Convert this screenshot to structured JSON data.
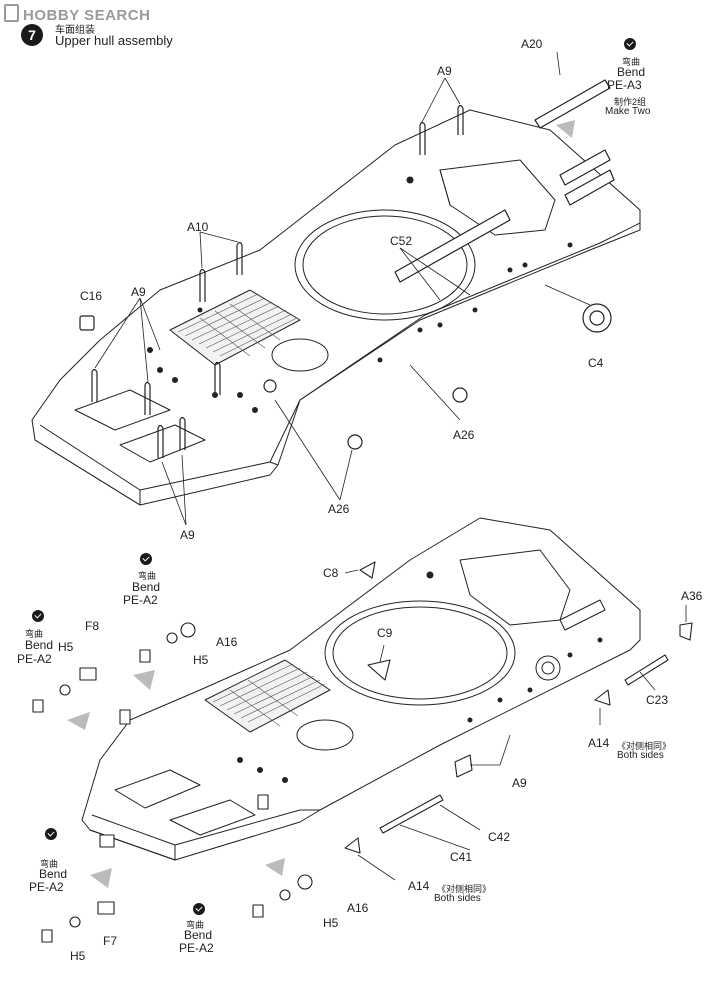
{
  "watermark": "HOBBY SEARCH",
  "step": {
    "number": "7",
    "title_cn": "车面组装",
    "title_en": "Upper hull assembly"
  },
  "bend": {
    "cn": "弯曲",
    "en": "Bend"
  },
  "parts": {
    "a9": "A9",
    "a10": "A10",
    "a20": "A20",
    "c16": "C16",
    "c52": "C52",
    "c4": "C4",
    "a26": "A26",
    "pe_a3": "PE-A3",
    "make_two_cn": "制作2组",
    "make_two_en": "Make Two",
    "pe_a2": "PE-A2",
    "h5": "H5",
    "f8": "F8",
    "f7": "F7",
    "a16": "A16",
    "c8": "C8",
    "c9": "C9",
    "a36": "A36",
    "c23": "C23",
    "a14": "A14",
    "c42": "C42",
    "c41": "C41"
  },
  "both_sides": {
    "cn": "《对侧相同》",
    "en": "Both sides"
  }
}
